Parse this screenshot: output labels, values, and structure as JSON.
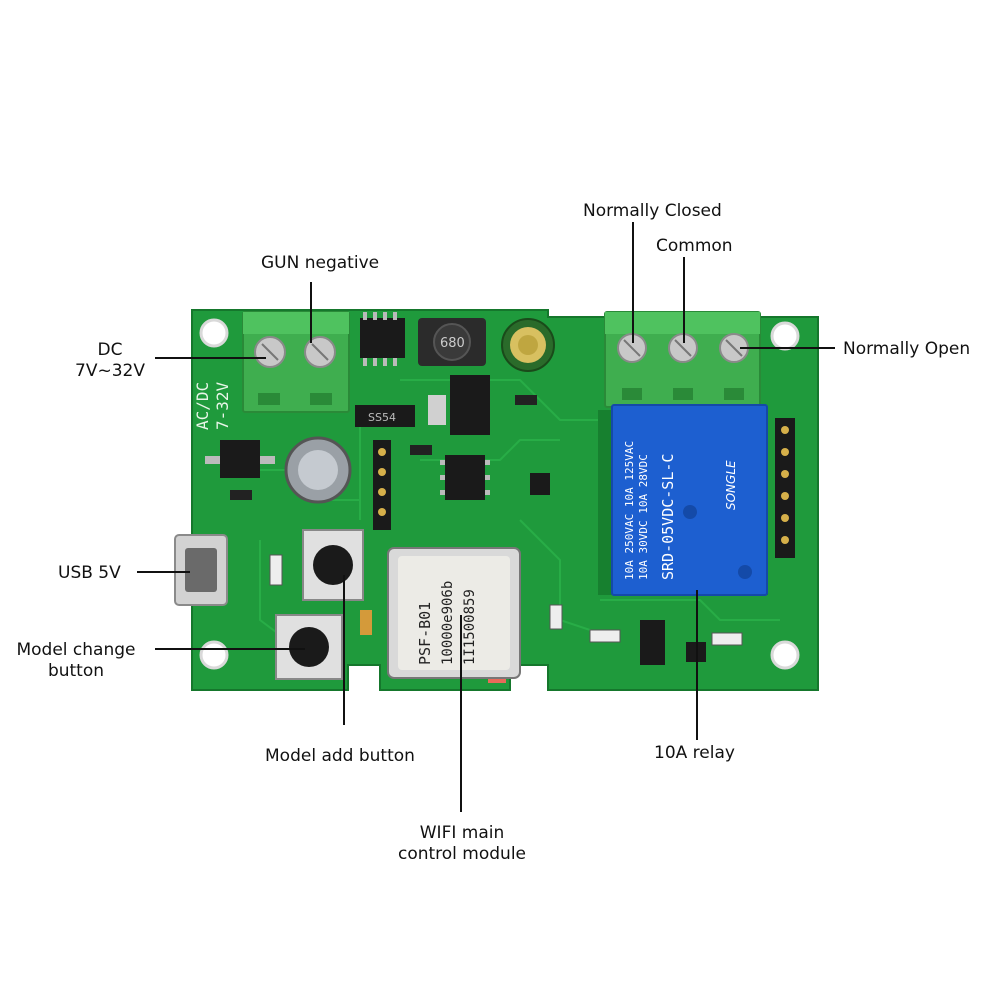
{
  "labels": {
    "normally_closed": "Normally Closed",
    "common": "Common",
    "normally_open": "Normally Open",
    "gun_negative": "GUN negative",
    "dc_line1": "DC",
    "dc_line2": "7V~32V",
    "usb": "USB 5V",
    "model_change_line1": "Model change",
    "model_change_line2": "button",
    "model_add": "Model add button",
    "wifi_line1": "WIFI main",
    "wifi_line2": "control module",
    "relay_10a": "10A relay"
  },
  "board_print": {
    "input_marking_1": "AC/DC",
    "input_marking_2": "7-32V",
    "module_marking_1": "PSF-B01",
    "module_marking_2": "10000e906b",
    "module_marking_3": "1I1500859",
    "relay_brand": "SONGLE",
    "relay_model": "SRD-05VDC-SL-C",
    "relay_rating_1": "10A 250VAC 10A 125VAC",
    "relay_rating_2": "10A 30VDC 10A 28VDC",
    "inductor_code": "680",
    "diode_code": "SS54"
  },
  "colors": {
    "pcb_green": "#1f9a3c",
    "pcb_dark": "#17802f",
    "terminal_green": "#3fae4f",
    "relay_blue": "#1d5fd0"
  }
}
